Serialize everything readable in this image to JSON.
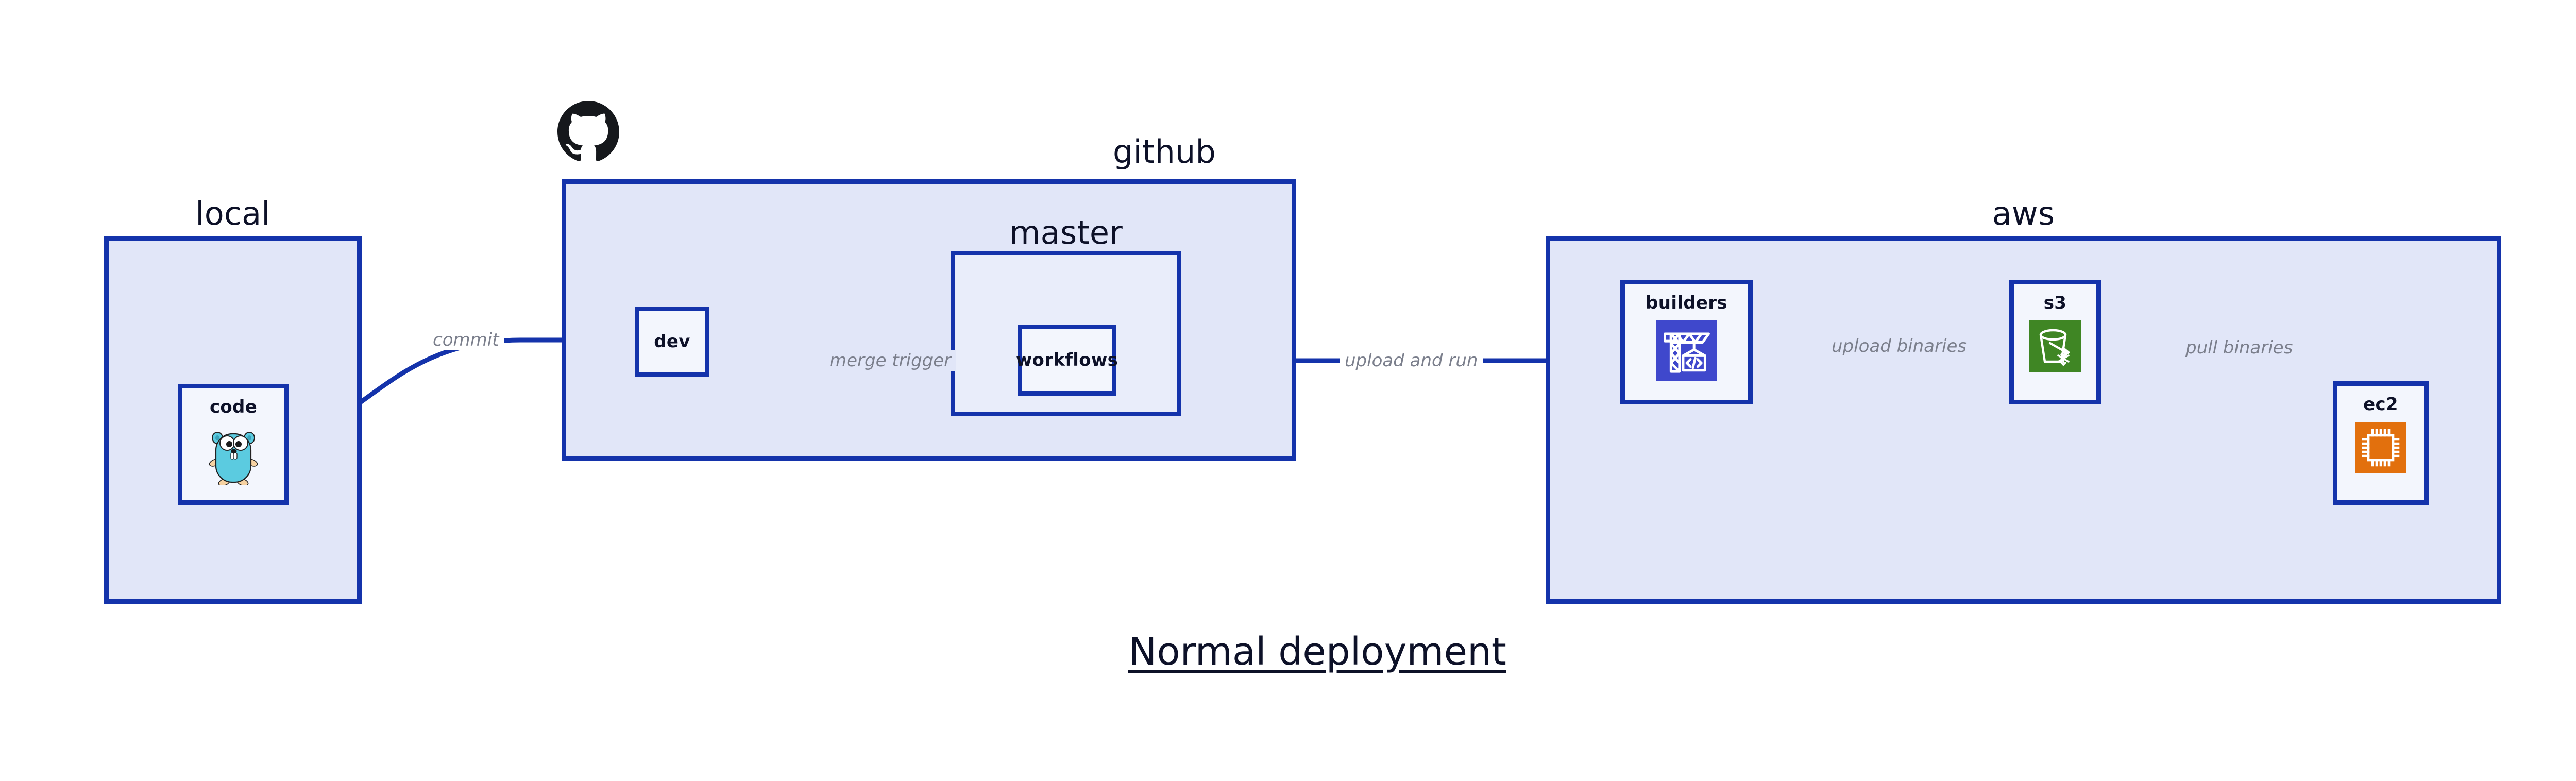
{
  "diagram": {
    "caption": "Normal deployment",
    "accent_color": "#1433ab",
    "group_fill": "#e1e6f8",
    "node_fill": "#f3f6fd",
    "label_color": "#7b7f8c"
  },
  "groups": {
    "local": {
      "title": "local"
    },
    "github": {
      "title": "github"
    },
    "master": {
      "title": "master"
    },
    "aws": {
      "title": "aws"
    }
  },
  "nodes": {
    "code": {
      "label": "code",
      "icon": "go-gopher-icon"
    },
    "dev": {
      "label": "dev",
      "icon": "none"
    },
    "workflows": {
      "label": "workflows",
      "icon": "none"
    },
    "builders": {
      "label": "builders",
      "icon": "aws-codebuild-crane-icon",
      "icon_color": "#3f48cc"
    },
    "s3": {
      "label": "s3",
      "icon": "aws-s3-bucket-icon",
      "icon_color": "#3f8624"
    },
    "ec2": {
      "label": "ec2",
      "icon": "aws-ec2-chip-icon",
      "icon_color": "#e2700d"
    }
  },
  "edges": [
    {
      "id": "commit",
      "label": "commit",
      "from": "code",
      "to": "dev"
    },
    {
      "id": "merge-trigger",
      "label": "merge trigger",
      "from": "dev",
      "to": "workflows"
    },
    {
      "id": "upload-and-run",
      "label": "upload and run",
      "from": "workflows",
      "to": "builders"
    },
    {
      "id": "upload-binaries",
      "label": "upload binaries",
      "from": "builders",
      "to": "s3"
    },
    {
      "id": "pull-binaries",
      "label": "pull binaries",
      "from": "s3",
      "to": "ec2"
    }
  ]
}
